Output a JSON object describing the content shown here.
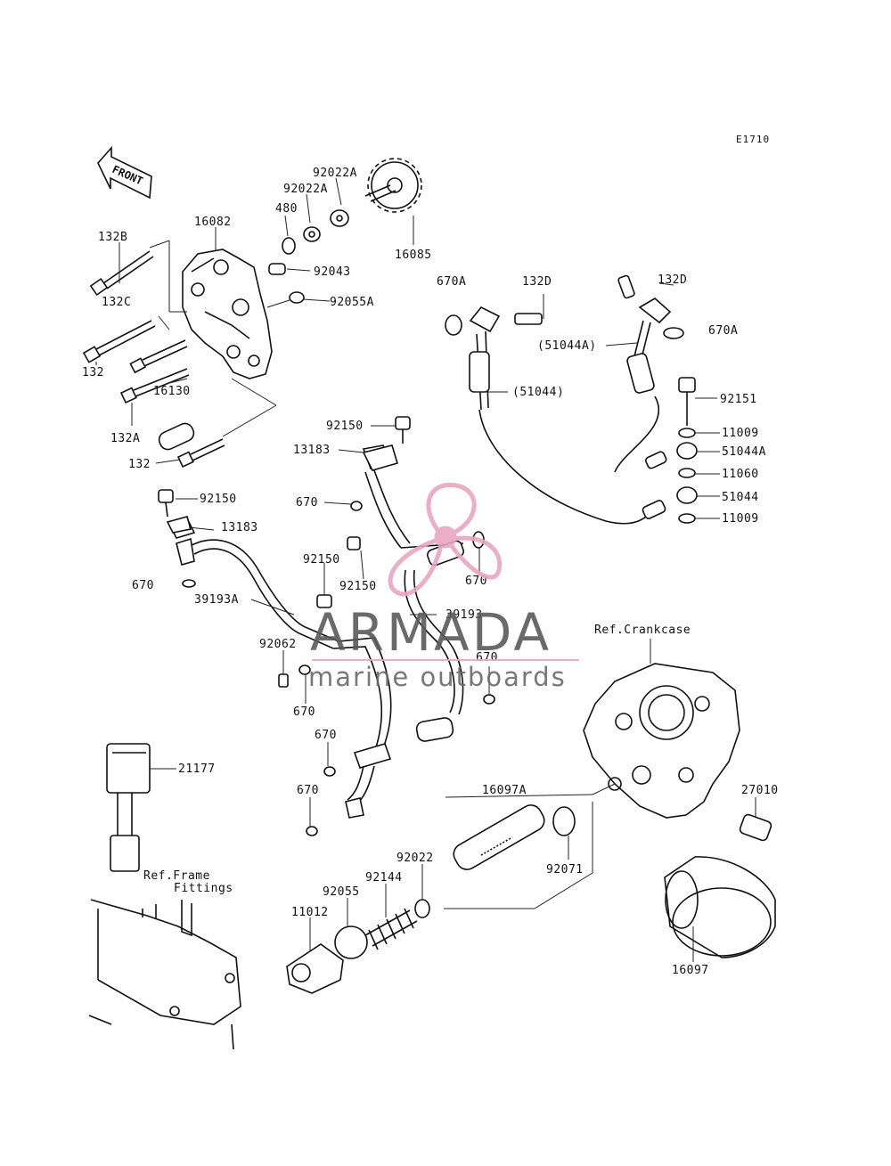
{
  "diagram_code": "E1710",
  "front_label": "FRONT",
  "watermark": {
    "brand": "ARMADA",
    "tagline": "marine outboards",
    "accent_color": "#e8a6c0",
    "text_color": "#5a5a5a"
  },
  "references": {
    "crankcase": "Ref.Crankcase",
    "frame_line1": "Ref.Frame",
    "frame_line2": "Fittings"
  },
  "labels": {
    "p92022A_top": "92022A",
    "p92022A_mid": "92022A",
    "p480": "480",
    "p16082": "16082",
    "p132B": "132B",
    "p92043": "92043",
    "p16085": "16085",
    "p132C": "132C",
    "p92055A": "92055A",
    "p132_top": "132",
    "p16130": "16130",
    "p132A": "132A",
    "p132_bot": "132",
    "p670A_left": "670A",
    "p132D_left": "132D",
    "p132D_right": "132D",
    "p670A_right": "670A",
    "p51044A_paren": "(51044A)",
    "p51044_paren": "(51044)",
    "p92151": "92151",
    "p11009_top": "11009",
    "p51044A": "51044A",
    "p11060": "11060",
    "p51044": "51044",
    "p11009_bot": "11009",
    "p92150_a": "92150",
    "p13183_a": "13183",
    "p92150_b": "92150",
    "p670_a": "670",
    "p13183_b": "13183",
    "p92150_c": "92150",
    "p670_b": "670",
    "p92150_d": "92150",
    "p670_left": "670",
    "p39193A": "39193A",
    "p39193": "39193",
    "p92062": "92062",
    "p670_c": "670",
    "p670_d": "670",
    "p670_e": "670",
    "p670_f": "670",
    "p21177": "21177",
    "p16097A": "16097A",
    "p27010": "27010",
    "p92022": "92022",
    "p92144": "92144",
    "p92055": "92055",
    "p11012": "11012",
    "p92071": "92071",
    "p16097": "16097"
  }
}
